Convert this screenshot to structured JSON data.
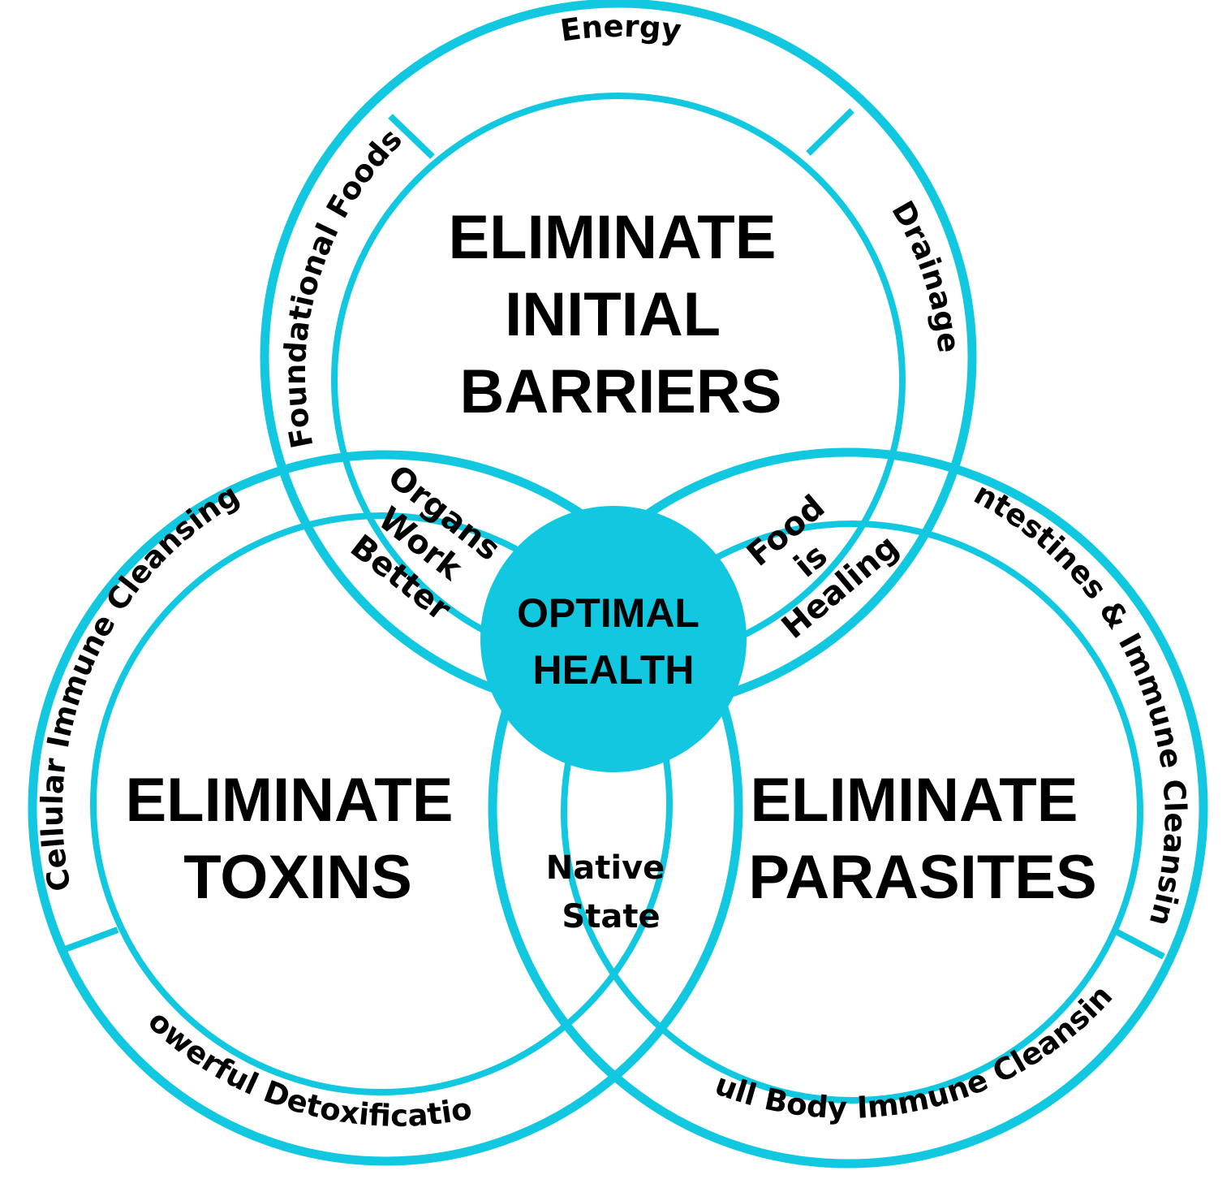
{
  "colors": {
    "accent": "#12c8e0",
    "text": "#000000",
    "background": "#ffffff"
  },
  "circles": {
    "top": {
      "title_lines": [
        "ELIMINATE",
        "INITIAL",
        "BARRIERS"
      ]
    },
    "left": {
      "title_lines": [
        "ELIMINATE",
        "TOXINS"
      ]
    },
    "right": {
      "title_lines": [
        "ELIMINATE",
        "PARASITES"
      ]
    }
  },
  "ring_labels": {
    "energy": "Energy",
    "foundational_foods": "Foundational Foods",
    "drainage": "Drainage",
    "cellular_immune_cleansing": "Cellular Immune Cleansing",
    "powerful_detoxification": "Powerful Detoxification",
    "intestines_immune_cleansing": "Intestines & Immune Cleansing",
    "full_body_immune_cleansing": "Full Body Immune Cleansing"
  },
  "overlaps": {
    "top_left": [
      "Organs",
      "Work",
      "Better"
    ],
    "top_right": [
      "Food",
      "is",
      "Healing"
    ],
    "bottom": [
      "Native",
      "State"
    ]
  },
  "center": {
    "lines": [
      "OPTIMAL",
      "HEALTH"
    ]
  }
}
